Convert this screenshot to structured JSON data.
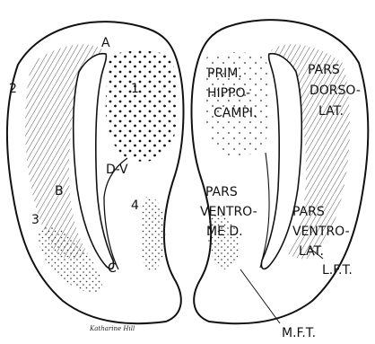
{
  "left_labels": {
    "a": "A",
    "one": "1",
    "two": "2",
    "dv": "D-V",
    "b": "B",
    "three": "3",
    "four": "4",
    "c": "C"
  },
  "right_labels": {
    "prim": [
      "PRIM.",
      "HIPPO-",
      "CAMPI."
    ],
    "dorso": [
      "PARS",
      "DORSO-",
      "LAT."
    ],
    "ventro_med": [
      "PARS",
      "VENTRO-",
      "ME D."
    ],
    "ventro_lat": [
      "PARS",
      "VENTRO-",
      "LAT."
    ],
    "lft": "L.F.T.",
    "mft": "M.F.T."
  },
  "signature": "Katharine Hill"
}
